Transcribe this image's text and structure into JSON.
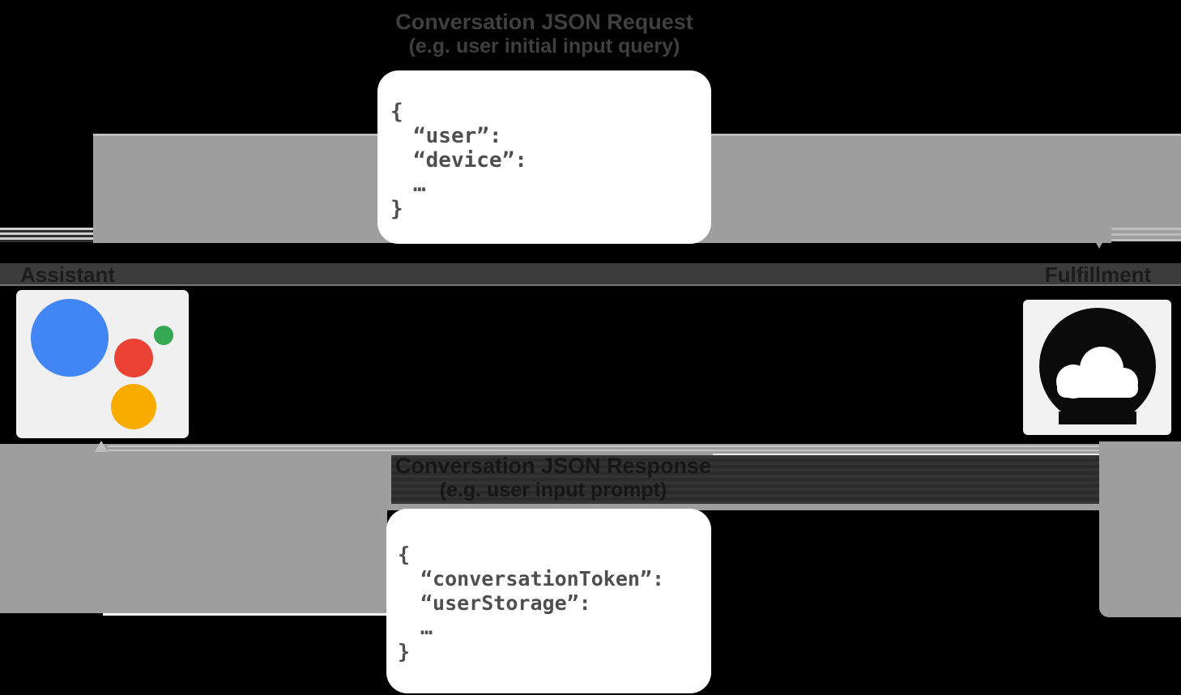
{
  "request": {
    "title": "Conversation JSON Request",
    "subtitle": "(e.g. user initial input query)",
    "code": [
      "{",
      "“user”:",
      "“device”:",
      "…",
      "}"
    ]
  },
  "response": {
    "title": "Conversation JSON Response",
    "subtitle": "(e.g. user input prompt)",
    "code": [
      "{",
      "“conversationToken”:",
      "“userStorage”:",
      "…",
      "}"
    ]
  },
  "nodes": {
    "assistant": {
      "label": "Assistant",
      "icon": "google-assistant-logo"
    },
    "fulfillment": {
      "label": "Fulfillment",
      "icon": "google-cloud-icon"
    }
  },
  "colors": {
    "background": "#000000",
    "arrow_gray": "#9e9e9e",
    "label_band_dark": "#3c3c3c",
    "card_white": "#ffffff",
    "code_text": "#4f4f4f",
    "assistant_blue": "#4285f4",
    "assistant_red": "#ea4335",
    "assistant_green": "#34a853",
    "assistant_yellow": "#f9ab00",
    "cloud_icon_black": "#0b0b0b"
  }
}
